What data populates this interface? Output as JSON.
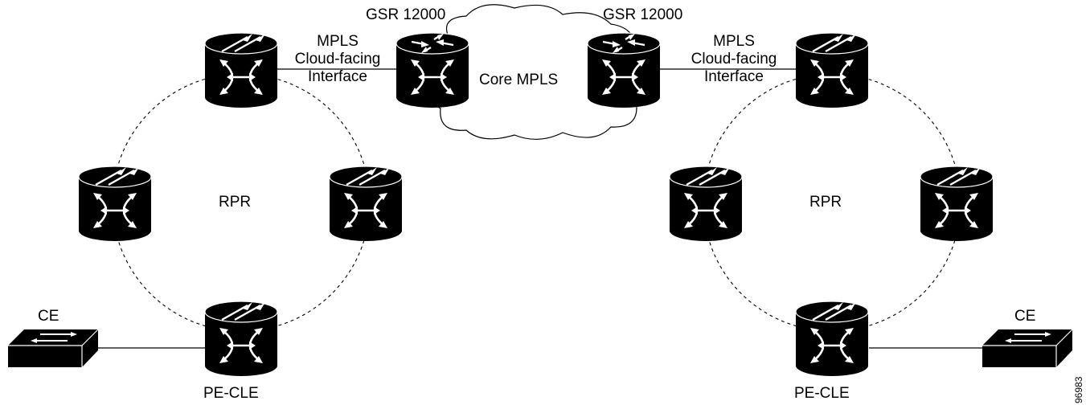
{
  "labels": {
    "gsr_left": "GSR 12000",
    "gsr_right": "GSR 12000",
    "mpls_left": [
      "MPLS",
      "Cloud-facing",
      "Interface"
    ],
    "mpls_right": [
      "MPLS",
      "Cloud-facing",
      "Interface"
    ],
    "core": "Core MPLS",
    "rpr_left": "RPR",
    "rpr_right": "RPR",
    "ce_left": "CE",
    "ce_right": "CE",
    "pe_left": "PE-CLE",
    "pe_right": "PE-CLE",
    "figure_id": "96983"
  },
  "colors": {
    "device": "#000000",
    "icon_stroke": "#ffffff",
    "cloud_stroke": "#000000"
  }
}
